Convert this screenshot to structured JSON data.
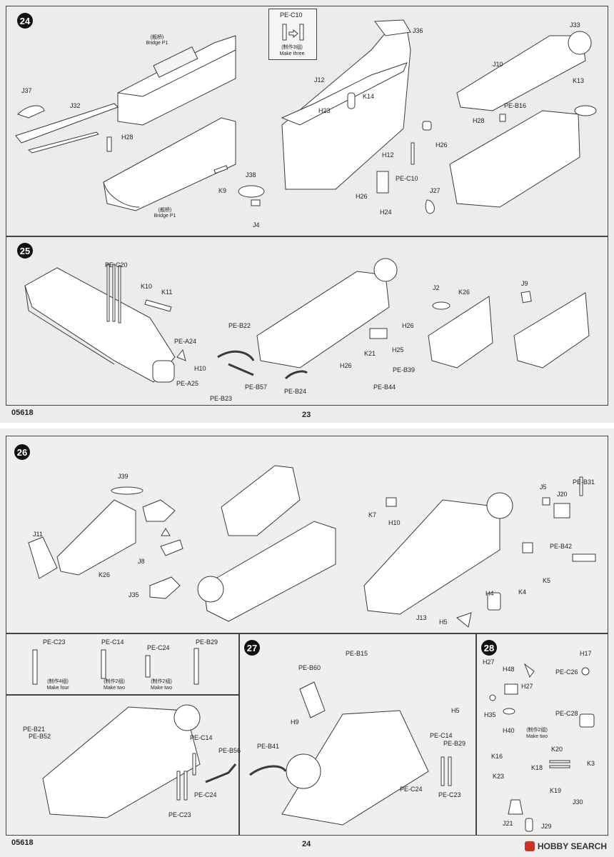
{
  "page_top": {
    "code": "05618",
    "number": "23"
  },
  "page_bottom": {
    "code": "05618",
    "number": "24"
  },
  "steps": {
    "s24": "24",
    "s25": "25",
    "s26": "26",
    "s27": "27",
    "s28": "28"
  },
  "step24": {
    "inset_title": "PE-C10",
    "inset_cn": "(制作3组)",
    "inset_en": "Make three",
    "bridge_cn_1": "(舰桥)",
    "bridge_en_1": "Bridge P1",
    "bridge_cn_2": "(舰桥)",
    "bridge_en_2": "Bridge P1",
    "labels": [
      "J37",
      "J32",
      "H28",
      "K9",
      "J38",
      "J4",
      "J36",
      "J12",
      "K14",
      "H23",
      "H12",
      "PE-C10",
      "H26",
      "H24",
      "H26",
      "J27",
      "J33",
      "J10",
      "K13",
      "PE-B16",
      "H28"
    ]
  },
  "step25": {
    "labels": [
      "PE-C20",
      "K10",
      "K11",
      "PE-A24",
      "PE-A25",
      "H10",
      "PE-B23",
      "PE-B22",
      "PE-B57",
      "PE-B24",
      "H26",
      "K21",
      "H25",
      "H26",
      "PE-B39",
      "PE-B44",
      "J2",
      "K26",
      "J9"
    ]
  },
  "step26": {
    "labels": [
      "J39",
      "J11",
      "K26",
      "J8",
      "J35",
      "K7",
      "H10",
      "J13",
      "H5",
      "H4",
      "K4",
      "K5",
      "J5",
      "J20",
      "PE-B31",
      "PE-B42"
    ]
  },
  "step26_inset": {
    "items": [
      {
        "title": "PE-C23",
        "cn": "(制作4组)",
        "en": "Make four"
      },
      {
        "title": "PE-C14",
        "cn": "(制作2组)",
        "en": "Make two"
      },
      {
        "title": "PE-C24",
        "cn": "(制作2组)",
        "en": "Make two"
      },
      {
        "title": "PE-B29",
        "cn": "",
        "en": ""
      }
    ]
  },
  "step26b": {
    "labels": [
      "PE-B21",
      "PE-B52",
      "PE-C14",
      "PE-B56",
      "PE-C24",
      "PE-C23"
    ]
  },
  "step27": {
    "labels": [
      "PE-B15",
      "PE-B60",
      "H9",
      "H5",
      "PE-B41",
      "PE-C14",
      "PE-B29",
      "PE-C24",
      "PE-C23"
    ]
  },
  "step28": {
    "labels": [
      "H17",
      "H27",
      "H48",
      "H27",
      "PE-C26",
      "H35",
      "PE-C28",
      "H40",
      "K16",
      "K20",
      "K18",
      "K3",
      "K23",
      "K19",
      "J30",
      "J21",
      "J29"
    ],
    "make_cn": "(制作2组)",
    "make_en": "Make two"
  },
  "watermark": {
    "text": "HOBBY SEARCH"
  },
  "colors": {
    "line": "#3a3a3a",
    "paper": "#ececea",
    "fill": "#ffffff",
    "ghost": "#d6d6d3"
  }
}
